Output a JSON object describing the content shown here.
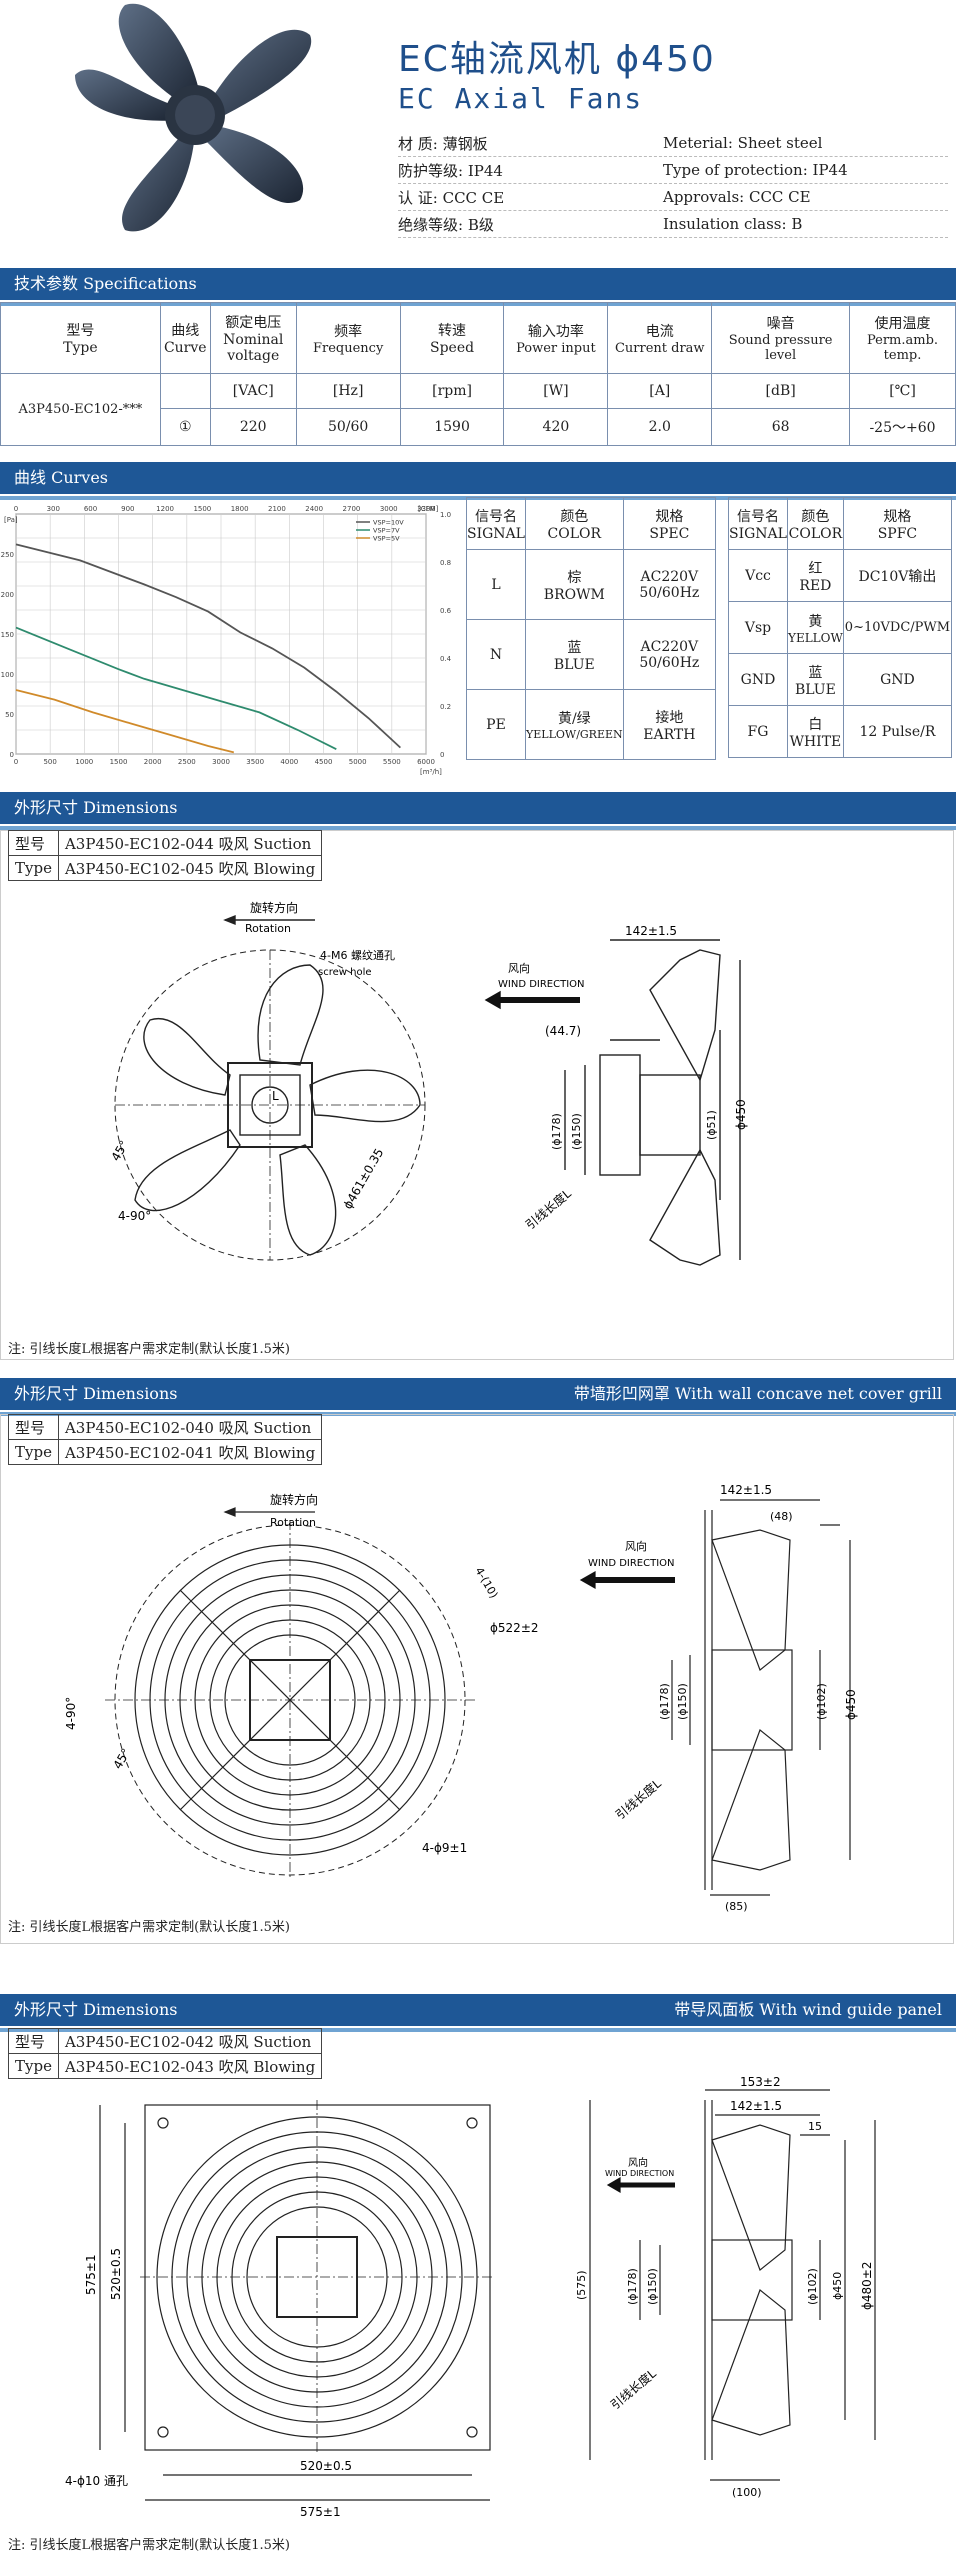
{
  "header": {
    "title_cn": "EC轴流风机   ϕ450",
    "title_en": "EC Axial Fans",
    "props": [
      {
        "left": "材    质: 薄钢板",
        "right": "Meterial: Sheet steel"
      },
      {
        "left": "防护等级: IP44",
        "right": "Type of protection: IP44"
      },
      {
        "left": "认    证: CCC CE",
        "right": "Approvals: CCC CE"
      },
      {
        "left": "绝缘等级: B级",
        "right": "Insulation class: B"
      }
    ]
  },
  "spec_section": {
    "bar": "技术参数 Specifications",
    "headers": [
      {
        "cn": "型号",
        "en": "Type"
      },
      {
        "cn": "曲线",
        "en": "Curve"
      },
      {
        "cn": "额定电压",
        "en": "Nominal",
        "en2": "voltage"
      },
      {
        "cn": "频率",
        "en": "Frequency"
      },
      {
        "cn": "转速",
        "en": "Speed"
      },
      {
        "cn": "输入功率",
        "en": "Power input"
      },
      {
        "cn": "电流",
        "en": "Current draw"
      },
      {
        "cn": "噪音",
        "en": "Sound pressure",
        "en2": "level"
      },
      {
        "cn": "使用温度",
        "en": "Perm.amb.",
        "en2": "temp."
      }
    ],
    "type": "A3P450-EC102-***",
    "units": [
      "[VAC]",
      "[Hz]",
      "[rpm]",
      "[W]",
      "[A]",
      "[dB]",
      "[℃]"
    ],
    "curve": "①",
    "values": [
      "220",
      "50/60",
      "1590",
      "420",
      "2.0",
      "68",
      "-25～+60"
    ]
  },
  "curves_section": {
    "bar": "曲线 Curves",
    "power_table": {
      "headers": [
        {
          "cn": "信号名",
          "en": "SIGNAL"
        },
        {
          "cn": "颜色",
          "en": "COLOR"
        },
        {
          "cn": "规格",
          "en": "SPEC"
        }
      ],
      "rows": [
        {
          "signal": "L",
          "color_cn": "棕",
          "color_en": "BROWM",
          "spec1": "AC220V",
          "spec2": "50/60Hz"
        },
        {
          "signal": "N",
          "color_cn": "蓝",
          "color_en": "BLUE",
          "spec1": "AC220V",
          "spec2": "50/60Hz"
        },
        {
          "signal": "PE",
          "color_cn": "黄/绿",
          "color_en": "YELLOW/GREEN",
          "spec1": "接地",
          "spec2": "EARTH"
        }
      ]
    },
    "signal_table": {
      "headers": [
        {
          "cn": "信号名",
          "en": "SIGNAL"
        },
        {
          "cn": "颜色",
          "en": "COLOR"
        },
        {
          "cn": "规格",
          "en": "SPFC"
        }
      ],
      "rows": [
        {
          "signal": "Vcc",
          "color_cn": "红",
          "color_en": "RED",
          "spec": "DC10V输出"
        },
        {
          "signal": "Vsp",
          "color_cn": "黄",
          "color_en": "YELLOW",
          "spec": "0~10VDC/PWM"
        },
        {
          "signal": "GND",
          "color_cn": "蓝",
          "color_en": "BLUE",
          "spec": "GND"
        },
        {
          "signal": "FG",
          "color_cn": "白",
          "color_en": "WHITE",
          "spec": "12 Pulse/R"
        }
      ]
    }
  },
  "chart_data": {
    "type": "line",
    "xlabel": "[m³/h]",
    "ylabel": "[Pa]",
    "x_ticks_bottom": [
      "0",
      "500",
      "1000",
      "1500",
      "2000",
      "2500",
      "3000",
      "3500",
      "4000",
      "4500",
      "5000",
      "5500",
      "6000"
    ],
    "x_ticks_top": [
      "0",
      "300",
      "600",
      "900",
      "1200",
      "1500",
      "1800",
      "2100",
      "2400",
      "2700",
      "3000",
      "3300"
    ],
    "x_top_unit": "[CFM]",
    "y_ticks_left": [
      "0",
      "50",
      "100",
      "150",
      "200",
      "250"
    ],
    "y_ticks_right": [
      "0",
      "0.2",
      "0.4",
      "0.6",
      "0.8",
      "1.0"
    ],
    "xlim": [
      0,
      6400
    ],
    "ylim": [
      0,
      300
    ],
    "legend": [
      "VSP=10V",
      "VSP=7V",
      "VSP=5V"
    ],
    "series": [
      {
        "name": "VSP=10V",
        "color": "#555555",
        "x": [
          0,
          1000,
          2000,
          2500,
          3000,
          3500,
          4000,
          4500,
          5000,
          5500,
          6000
        ],
        "y": [
          262,
          242,
          212,
          196,
          178,
          152,
          132,
          108,
          78,
          45,
          8
        ]
      },
      {
        "name": "VSP=7V",
        "color": "#2e8b6e",
        "x": [
          0,
          800,
          1600,
          2000,
          2600,
          3200,
          3800,
          4400,
          5000
        ],
        "y": [
          158,
          132,
          106,
          94,
          80,
          66,
          52,
          30,
          6
        ]
      },
      {
        "name": "VSP=5V",
        "color": "#d08a2a",
        "x": [
          0,
          600,
          1200,
          1800,
          2400,
          3000,
          3400
        ],
        "y": [
          80,
          68,
          52,
          38,
          24,
          10,
          2
        ]
      }
    ]
  },
  "dim1": {
    "bar": "外形尺寸 Dimensions",
    "type_cn": "型号",
    "type_en": "Type",
    "models": [
      "A3P450-EC102-044 吸风 Suction",
      "A3P450-EC102-045 吹风 Blowing"
    ],
    "labels": {
      "rotation_cn": "旋转方向",
      "rotation_en": "Rotation",
      "screw": "4-M6 螺纹通孔",
      "screw_en": "screw hole",
      "wind_cn": "风向",
      "wind_en": "WIND DIRECTION",
      "d142": "142±1.5",
      "d447": "(44.7)",
      "d178": "(ϕ178)",
      "d150": "(ϕ150)",
      "d51": "(ϕ51)",
      "d450": "ϕ450",
      "d461": "ϕ461±0.35",
      "a45": "45°",
      "a90": "4-90°",
      "lead": "引线长度L",
      "L": "L"
    },
    "note": "注: 引线长度L根据客户需求定制(默认长度1.5米)"
  },
  "dim2": {
    "bar": "外形尺寸 Dimensions",
    "bar_right": "带墙形凹网罩 With wall concave net cover grill",
    "type_cn": "型号",
    "type_en": "Type",
    "models": [
      "A3P450-EC102-040 吸风 Suction",
      "A3P450-EC102-041 吹风 Blowing"
    ],
    "labels": {
      "rotation_cn": "旋转方向",
      "rotation_en": "Rotation",
      "wind_cn": "风向",
      "wind_en": "WIND DIRECTION",
      "d142": "142±1.5",
      "d48": "(48)",
      "d10": "4-(10)",
      "d522": "ϕ522±2",
      "a90": "4-90°",
      "a45": "45°",
      "hole": "4-ϕ9±1",
      "d178": "(ϕ178)",
      "d150": "(ϕ150)",
      "d102": "(ϕ102)",
      "d450": "ϕ450",
      "d85": "(85)",
      "lead": "引线长度L"
    },
    "note": "注: 引线长度L根据客户需求定制(默认长度1.5米)"
  },
  "dim3": {
    "bar": "外形尺寸 Dimensions",
    "bar_right": "带导风面板 With wind guide panel",
    "type_cn": "型号",
    "type_en": "Type",
    "models": [
      "A3P450-EC102-042 吸风 Suction",
      "A3P450-EC102-043 吹风 Blowing"
    ],
    "labels": {
      "d575v": "575±1",
      "d520v": "520±0.5",
      "d520h": "520±0.5",
      "d575h": "575±1",
      "hole": "4-ϕ10 通孔",
      "wind_cn": "风向",
      "wind_en": "WIND DIRECTION",
      "d153": "153±2",
      "d142": "142±1.5",
      "d15": "15",
      "d575p": "(575)",
      "d178": "(ϕ178)",
      "d150": "(ϕ150)",
      "d102": "(ϕ102)",
      "d450": "ϕ450",
      "d480": "ϕ480±2",
      "d100": "(100)",
      "lead": "引线长度L"
    },
    "note": "注: 引线长度L根据客户需求定制(默认长度1.5米)"
  }
}
